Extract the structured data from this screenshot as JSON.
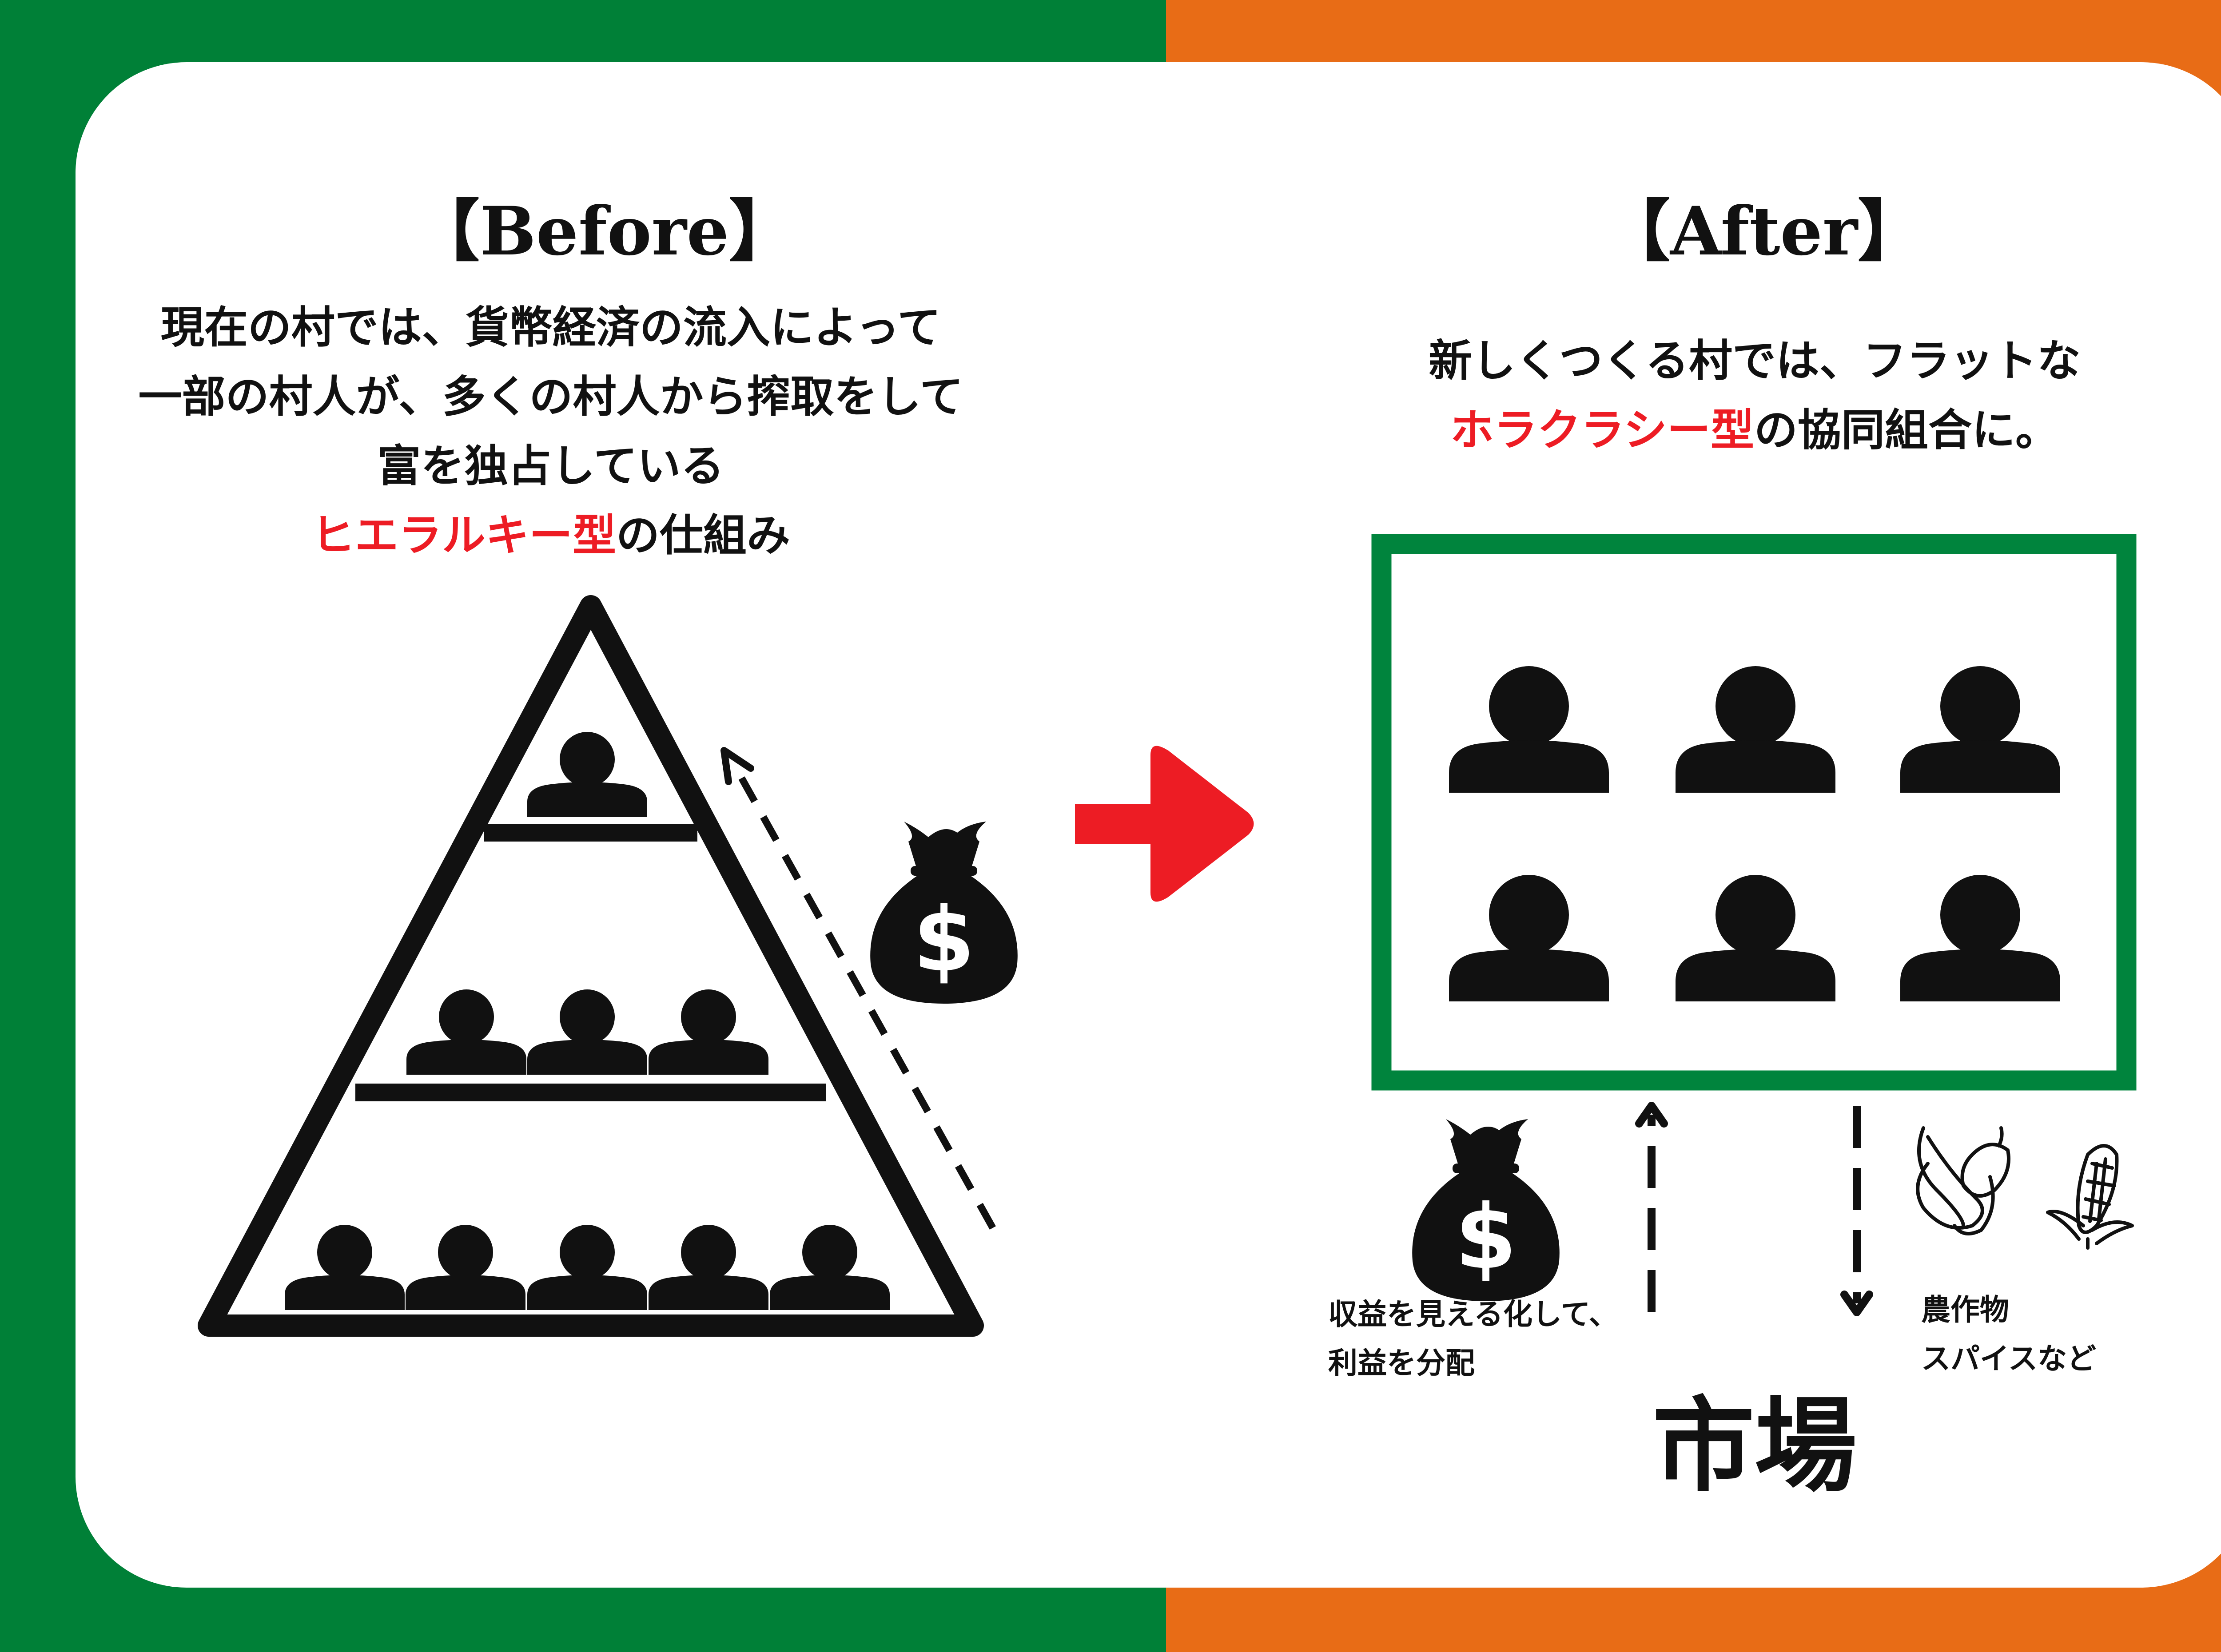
{
  "colors": {
    "left_background": "#008037",
    "right_background": "#e86c16",
    "card": "#ffffff",
    "highlight_red": "#ed1c24",
    "frame_green": "#00843d",
    "ink": "#111111"
  },
  "before": {
    "heading": "【Before】",
    "lines": [
      "現在の村では、貨幣経済の流入によって",
      "一部の村人が、多くの村人から搾取をして",
      "富を独占している"
    ],
    "last_line_highlight": "ヒエラルキー型",
    "last_line_rest": "の仕組み",
    "pyramid_tiers_people": [
      1,
      3,
      5
    ],
    "icons": [
      "pyramid-icon",
      "money-bag-icon",
      "dashed-arrow-up-icon"
    ]
  },
  "transition_icon": "red-arrow-right-icon",
  "after": {
    "heading": "【After】",
    "line1": "新しくつくる村では、フラットな",
    "line2_highlight": "ホラクラシー型",
    "line2_rest": "の協同組合に。",
    "cooperative_people_count": 6,
    "revenue_note": [
      "収益を見える化して、",
      "利益を分配"
    ],
    "produce_note": [
      "農作物",
      "スパイスなど"
    ],
    "market_label": "市場",
    "icons": [
      "money-bag-icon",
      "arrow-up-icon",
      "arrow-down-icon",
      "peppers-icon",
      "corn-icon"
    ]
  }
}
